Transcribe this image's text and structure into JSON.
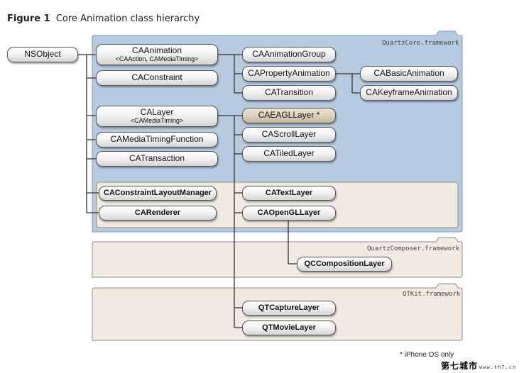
{
  "figure": {
    "number": "Figure 1",
    "title": "Core Animation class hierarchy"
  },
  "frameworks": {
    "quartzcore": "QuartzCore.framework",
    "quartzcomposer": "QuartzComposer.framework",
    "qtkit": "QTKit.framework"
  },
  "nodes": {
    "nsobject": "NSObject",
    "caanimation": "CAAnimation",
    "caanimation_protocols": "<CAAction, CAMediaTiming>",
    "caconstraint": "CAConstraint",
    "calayer": "CALayer",
    "calayer_protocols": "<CAMediaTiming>",
    "camediatimingfunction": "CAMediaTimingFunction",
    "catransaction": "CATransaction",
    "caconstraintlayoutmanager": "CAConstraintLayoutManager",
    "carenderer": "CARenderer",
    "caanimationgroup": "CAAnimationGroup",
    "capropertyanimation": "CAPropertyAnimation",
    "catransition": "CATransition",
    "cabasicanimation": "CABasicAnimation",
    "cakeyframeanimation": "CAKeyframeAnimation",
    "caeagllayer": "CAEAGLLayer *",
    "cascrolllayer": "CAScrollLayer",
    "catiledlayer": "CATiledLayer",
    "catextlayer": "CATextLayer",
    "caopengllayer": "CAOpenGLLayer",
    "qccompositionlayer": "QCCompositionLayer",
    "qtcapturelayer": "QTCaptureLayer",
    "qtmovielayer": "QTMovieLayer"
  },
  "footnote": "* iPhone OS only",
  "watermark": {
    "text": "第七城市",
    "url": "www.th7.cn"
  },
  "colors": {
    "quartzcore_fill": "#b6cbe0",
    "quartzcore_border": "#7f97b0",
    "other_fill": "#efebe3",
    "other_border": "#8f8b83",
    "line": "#333333"
  }
}
